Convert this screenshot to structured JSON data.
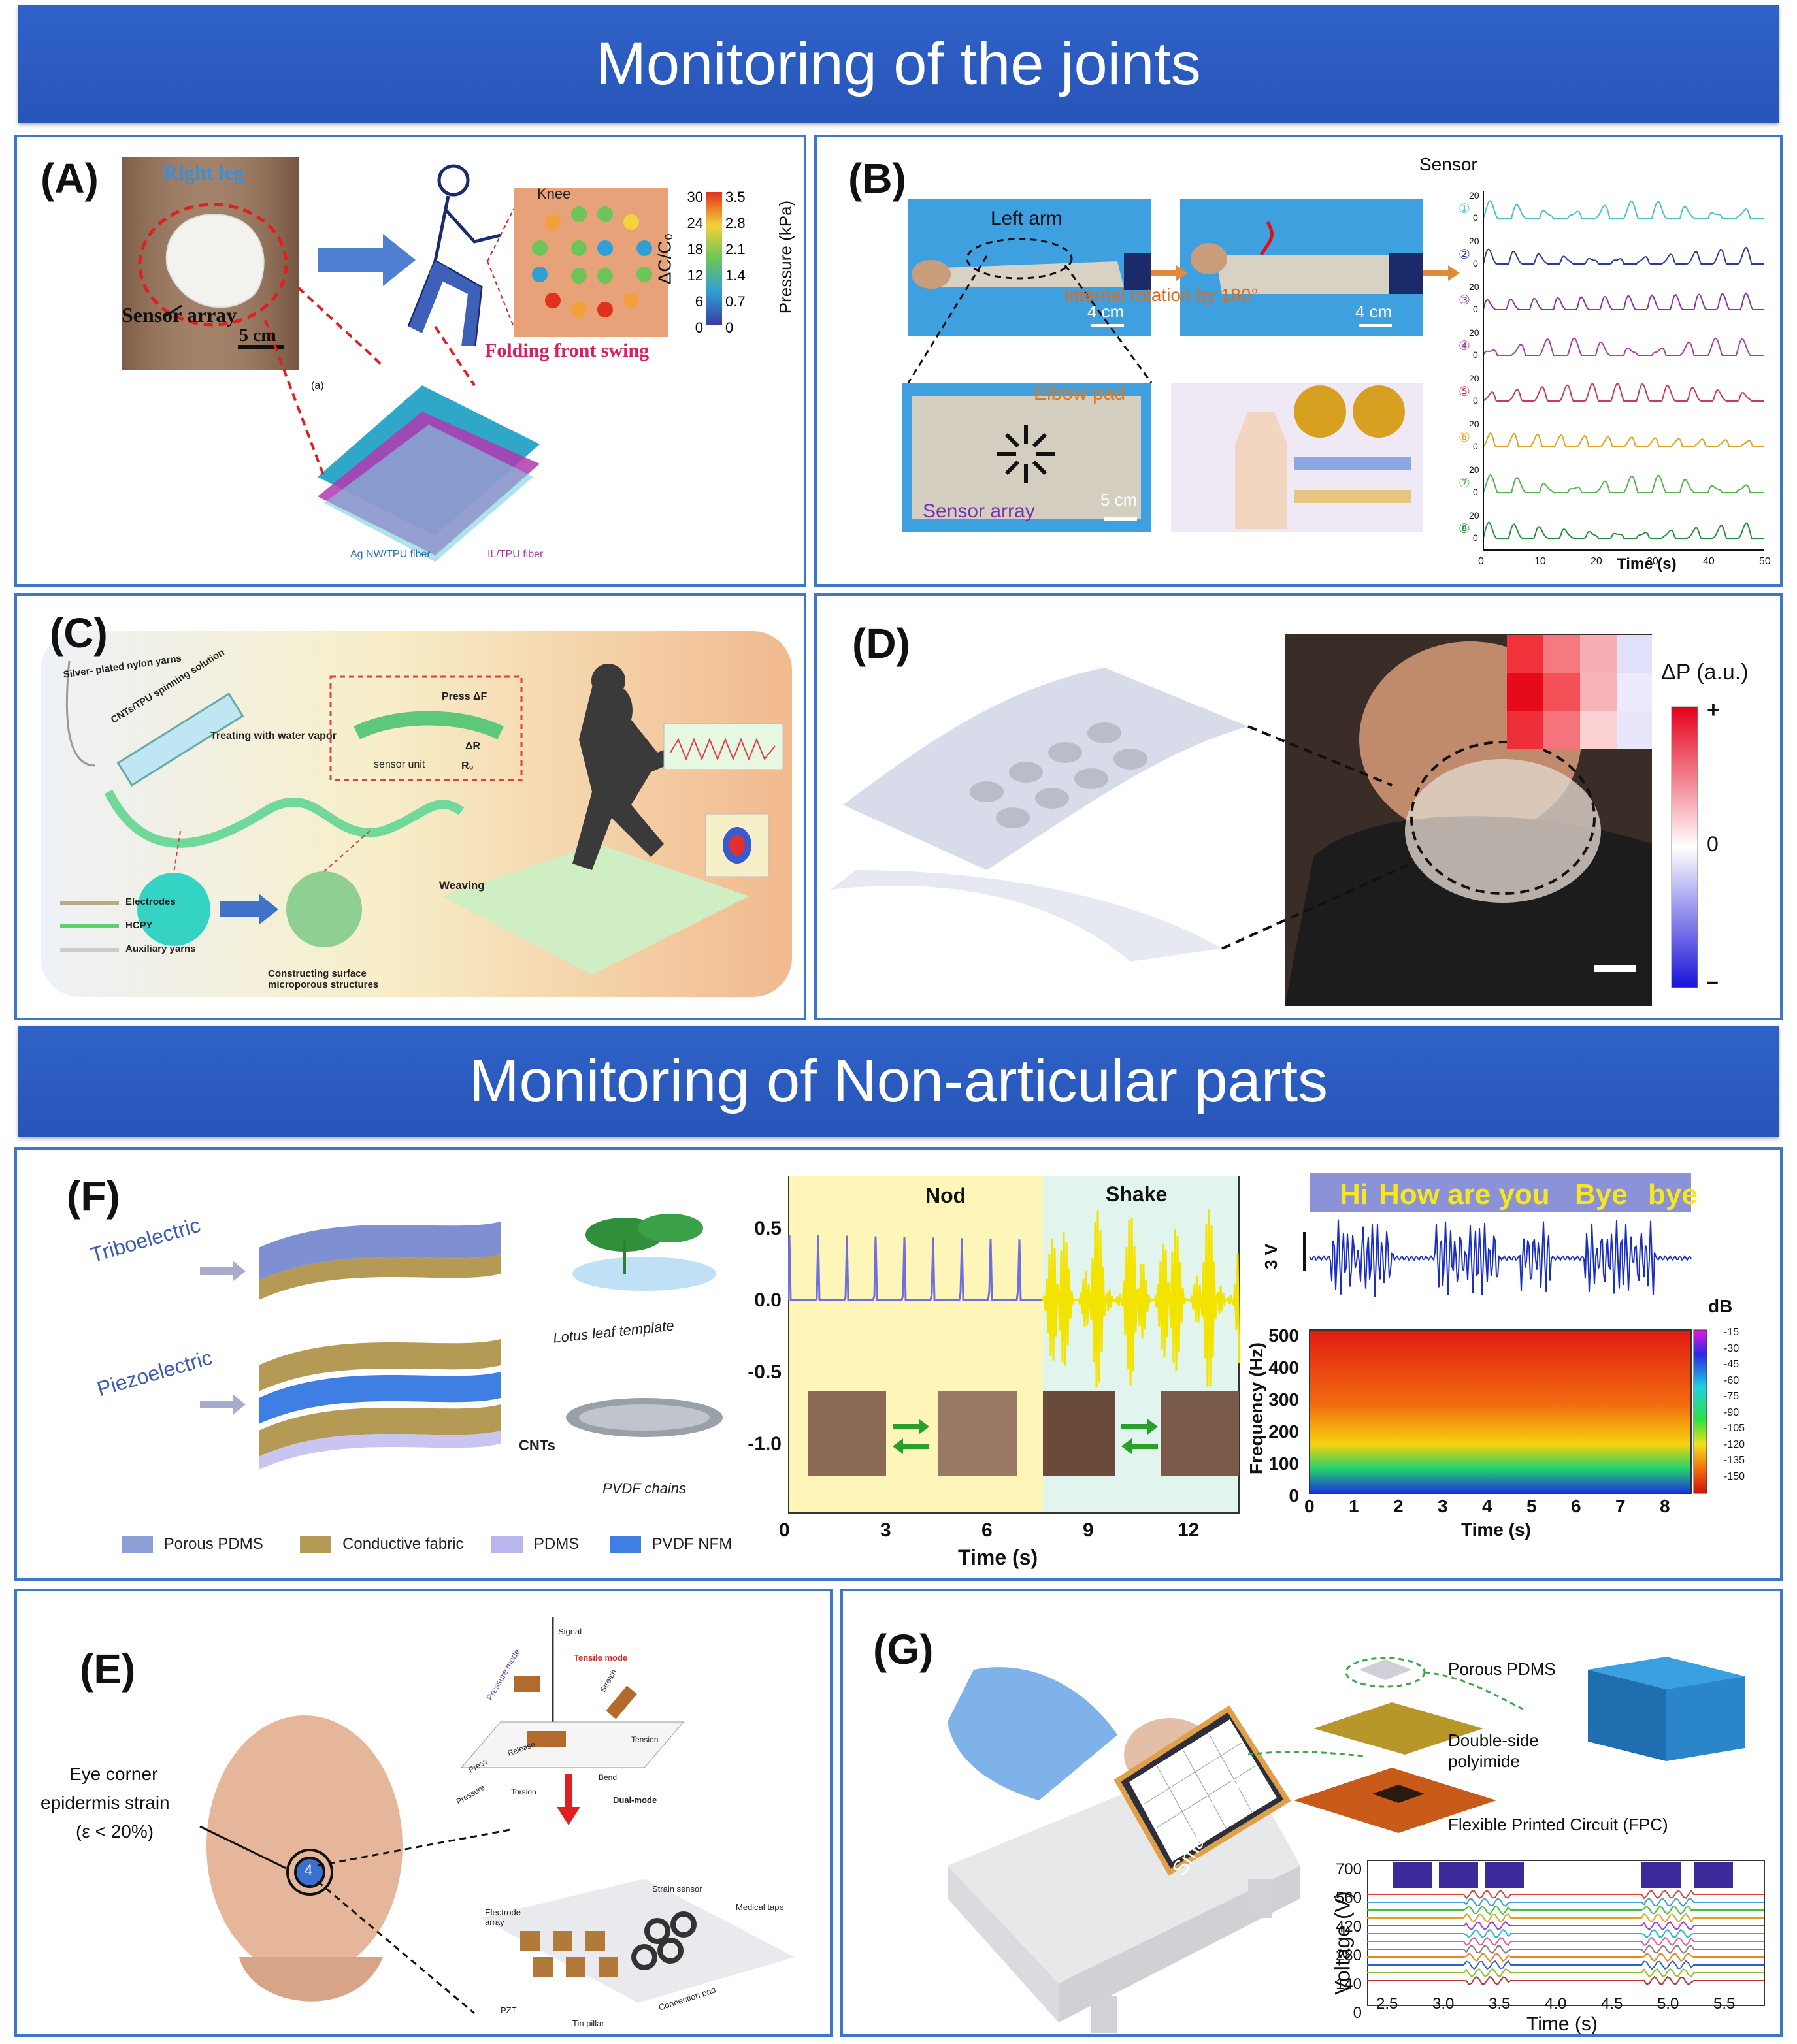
{
  "banners": {
    "joints": "Monitoring of the joints",
    "non_articular": "Monitoring of Non-articular parts"
  },
  "panels": {
    "A": {
      "label": "(A)",
      "right_leg": "Right leg",
      "sensor_array": "Sensor array",
      "scale": "5 cm",
      "knee": "Knee",
      "folding": "Folding front swing",
      "sub_label": "(a)",
      "cbar_left_title": "ΔC/C₀",
      "cbar_right_title": "Pressure (kPa)",
      "cbar_left_ticks": [
        "30",
        "24",
        "18",
        "12",
        "6",
        "0"
      ],
      "cbar_right_ticks": [
        "3.5",
        "2.8",
        "2.1",
        "1.4",
        "0.7",
        "0"
      ],
      "fiber_legend_1": "Ag NW/TPU fiber",
      "fiber_legend_2": "IL/TPU fiber"
    },
    "B": {
      "label": "(B)",
      "sensor_title": "Sensor",
      "left_arm": "Left arm",
      "rotation": "Internal rotation by 180°",
      "scale_1": "4 cm",
      "scale_2": "4 cm",
      "elbow_pad": "Elbow pad",
      "sensor_array": "Sensor array",
      "scale_3": "5 cm",
      "channel_ids": [
        "①",
        "②",
        "③",
        "④",
        "⑤",
        "⑥",
        "⑦",
        "⑧"
      ],
      "channel_colors": [
        "#47c3c9",
        "#2a3a9e",
        "#8a2fb0",
        "#b13aa8",
        "#c93a5b",
        "#e0a21e",
        "#53b44f",
        "#1f8f3a"
      ],
      "y_ticks": [
        "20",
        "0"
      ],
      "x_ticks": [
        "0",
        "10",
        "20",
        "30",
        "40",
        "50"
      ],
      "x_label": "Time (s)"
    },
    "C": {
      "label": "(C)",
      "silver_yarns": "Silver- plated nylon yarns",
      "spinning": "CNTs/TPU spinning solution",
      "water_vapor": "Treating with water vapor",
      "press": "Press ΔF",
      "delta_r": "ΔR",
      "r0": "R₀",
      "sensor_unit": "sensor unit",
      "weaving": "Weaving",
      "electrodes": "Electrodes",
      "hcpy": "HCPY",
      "auxiliary": "Auxiliary yarns",
      "constructing": "Constructing surface microporous structures"
    },
    "D": {
      "label": "(D)",
      "delta_p": "ΔP (a.u.)",
      "plus": "+",
      "zero": "0",
      "minus": "–"
    },
    "F": {
      "label": "(F)",
      "tribo": "Triboelectric",
      "piezo": "Piezoelectric",
      "lotus": "Lotus leaf template",
      "cnts": "CNTs",
      "pvdf": "PVDF chains",
      "legend": [
        "Porous PDMS",
        "Conductive fabric",
        "PDMS",
        "PVDF NFM"
      ],
      "legend_colors": [
        "#8e9fd8",
        "#b59a55",
        "#b9b6ee",
        "#3f7fe3"
      ],
      "nod": "Nod",
      "shake": "Shake",
      "y_ticks_1": [
        "0.5",
        "0.0",
        "-0.5",
        "-1.0"
      ],
      "x_ticks_1": [
        "0",
        "3",
        "6",
        "9",
        "12"
      ],
      "x_label_1": "Time (s)",
      "speech": [
        "Hi",
        "How are you",
        "Bye",
        "bye"
      ],
      "volt_scale": "3 V",
      "freq_ticks": [
        "500",
        "400",
        "300",
        "200",
        "100",
        "0"
      ],
      "freq_label": "Frequency (Hz)",
      "x_ticks_2": [
        "0",
        "1",
        "2",
        "3",
        "4",
        "5",
        "6",
        "7",
        "8"
      ],
      "x_label_2": "Time (s)",
      "db": "dB",
      "db_ticks": [
        "-15",
        "-30",
        "-45",
        "-60",
        "-75",
        "-90",
        "-105",
        "-120",
        "-135",
        "-150"
      ]
    },
    "E": {
      "label": "(E)",
      "eye_line1": "Eye corner",
      "eye_line2": "epidermis strain",
      "eye_line3": "(ε < 20%)",
      "badge": "4",
      "signal": "Signal",
      "tensile": "Tensile mode",
      "pressure_mode": "Pressure mode",
      "stretch": "Stretch",
      "release": "Release",
      "tension": "Tension",
      "press": "Press",
      "pressure": "Pressure",
      "torsion": "Torsion",
      "bend": "Bend",
      "dual": "Dual-mode",
      "strain_sensor": "Strain sensor",
      "medical_tape": "Medical tape",
      "electrode_array": "Electrode array",
      "pzt": "PZT",
      "tin_pillar": "Tin pillar",
      "connection_pad": "Connection pad"
    },
    "G": {
      "label": "(G)",
      "smart_pillow": "Smart Pillow",
      "porous": "Porous PDMS",
      "polyimide": "Double-side polyimide",
      "fpc": "Flexible Printed Circuit (FPC)",
      "y_label": "Voltage (V)",
      "y_ticks": [
        "700",
        "560",
        "420",
        "280",
        "140",
        "0"
      ],
      "x_ticks": [
        "2.5",
        "3.0",
        "3.5",
        "4.0",
        "4.5",
        "5.0",
        "5.5"
      ],
      "x_label": "Time (s)"
    }
  }
}
